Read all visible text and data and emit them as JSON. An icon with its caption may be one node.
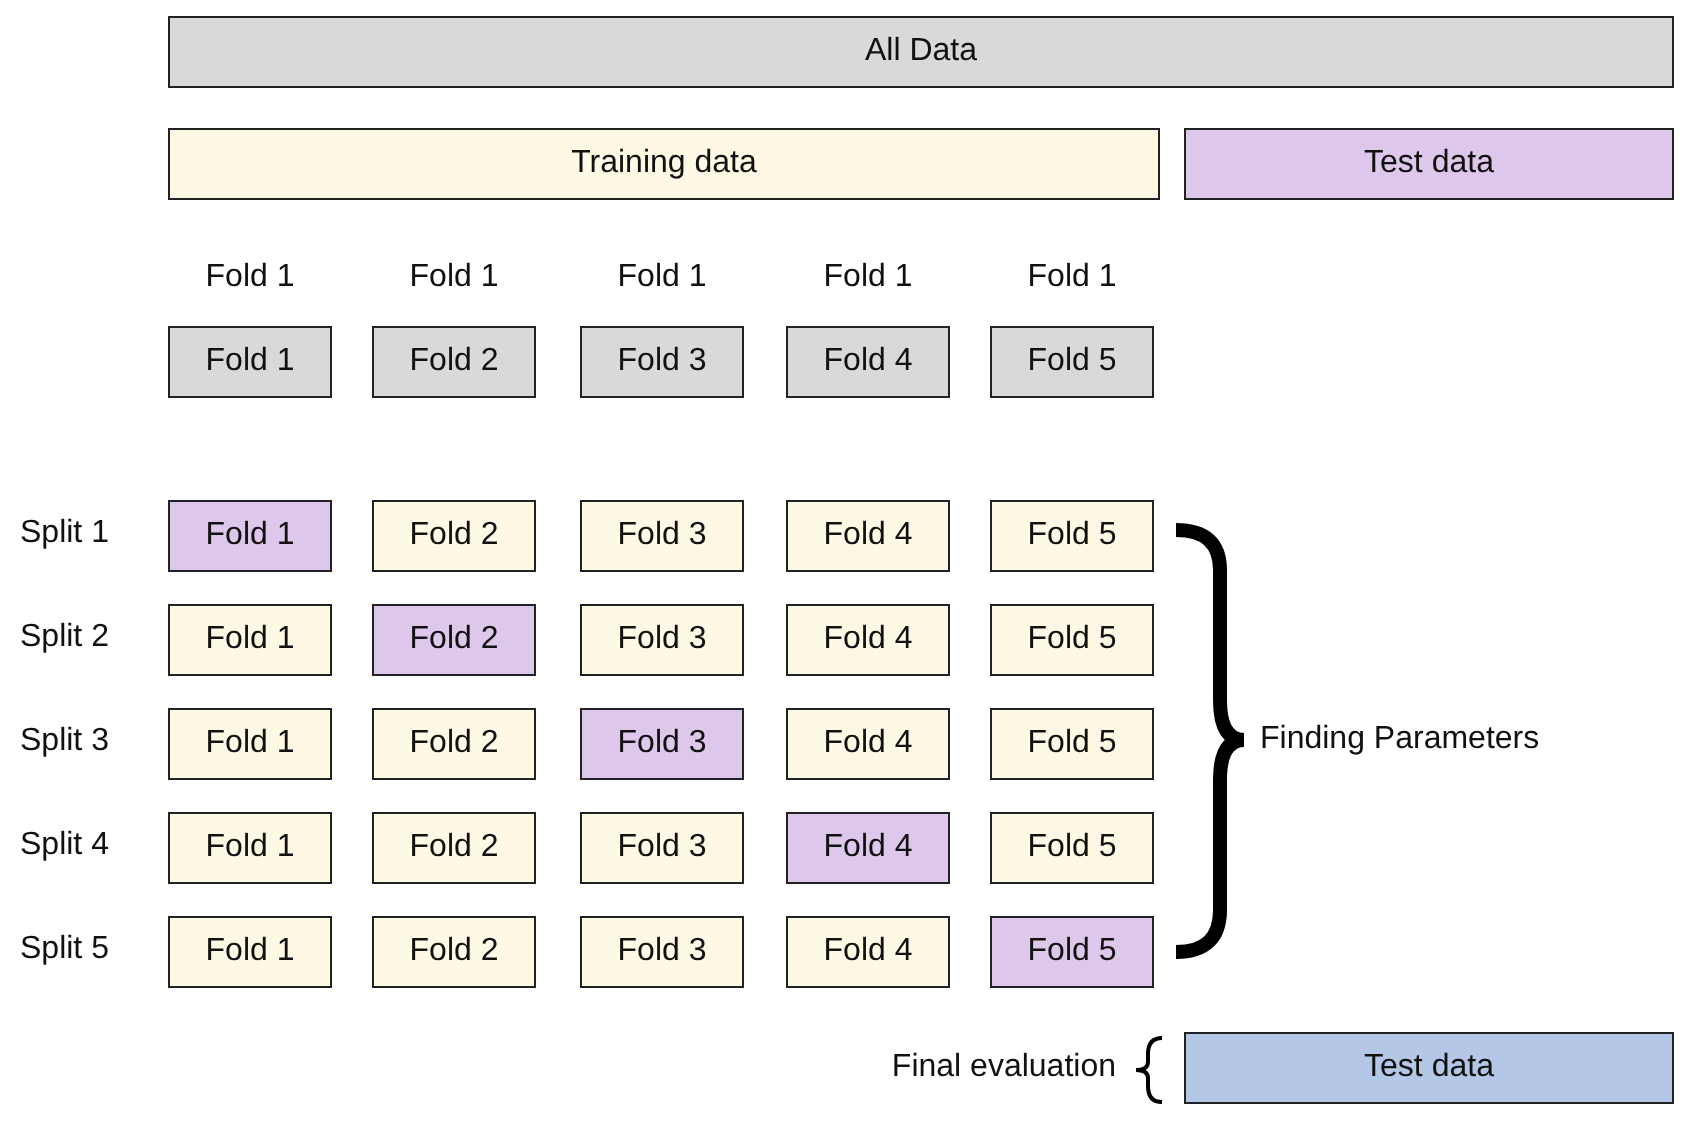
{
  "diagram": {
    "nodes": [
      {
        "text": [
          "All Data"
        ]
      },
      {
        "text": [
          "Training data"
        ]
      },
      {
        "text": [
          "Test data"
        ]
      },
      {
        "text": [
          "Fold 1"
        ]
      },
      {
        "text": [
          "Fold 2"
        ]
      },
      {
        "text": [
          "Fold 3"
        ]
      },
      {
        "text": [
          "Fold 4"
        ]
      },
      {
        "text": [
          "Fold 5"
        ]
      },
      {
        "text": [
          "Fold 1"
        ]
      },
      {
        "text": [
          "Fold 2"
        ]
      },
      {
        "text": [
          "Fold 3"
        ]
      },
      {
        "text": [
          "Fold 4"
        ]
      },
      {
        "text": [
          "Fold 5"
        ]
      },
      {
        "text": [
          "Fold 1"
        ]
      },
      {
        "text": [
          "Fold 2"
        ]
      },
      {
        "text": [
          "Fold 3"
        ]
      },
      {
        "text": [
          "Fold 4"
        ]
      },
      {
        "text": [
          "Fold 5"
        ]
      },
      {
        "text": [
          "Fold 1"
        ]
      },
      {
        "text": [
          "Fold 2"
        ]
      },
      {
        "text": [
          "Fold 3"
        ]
      },
      {
        "text": [
          "Fold 4"
        ]
      },
      {
        "text": [
          "Fold 5"
        ]
      },
      {
        "text": [
          "Fold 1"
        ]
      },
      {
        "text": [
          "Fold 2"
        ]
      },
      {
        "text": [
          "Fold 3"
        ]
      },
      {
        "text": [
          "Fold 4"
        ]
      },
      {
        "text": [
          "Fold 5"
        ]
      },
      {
        "text": [
          "Fold 1"
        ]
      },
      {
        "text": [
          "Fold 2"
        ]
      },
      {
        "text": [
          "Fold 3"
        ]
      },
      {
        "text": [
          "Fold 4"
        ]
      },
      {
        "text": [
          "Fold 5"
        ]
      },
      {
        "text": [
          "Test data"
        ]
      }
    ],
    "edges": [],
    "labels": [
      "Fold 1",
      "Fold 1",
      "Fold 1",
      "Fold 1",
      "Fold 1",
      "Split 1",
      "Split 2",
      "Split 3",
      "Split 4",
      "Split 5",
      "Finding Parameters",
      "Final evaluation"
    ]
  }
}
